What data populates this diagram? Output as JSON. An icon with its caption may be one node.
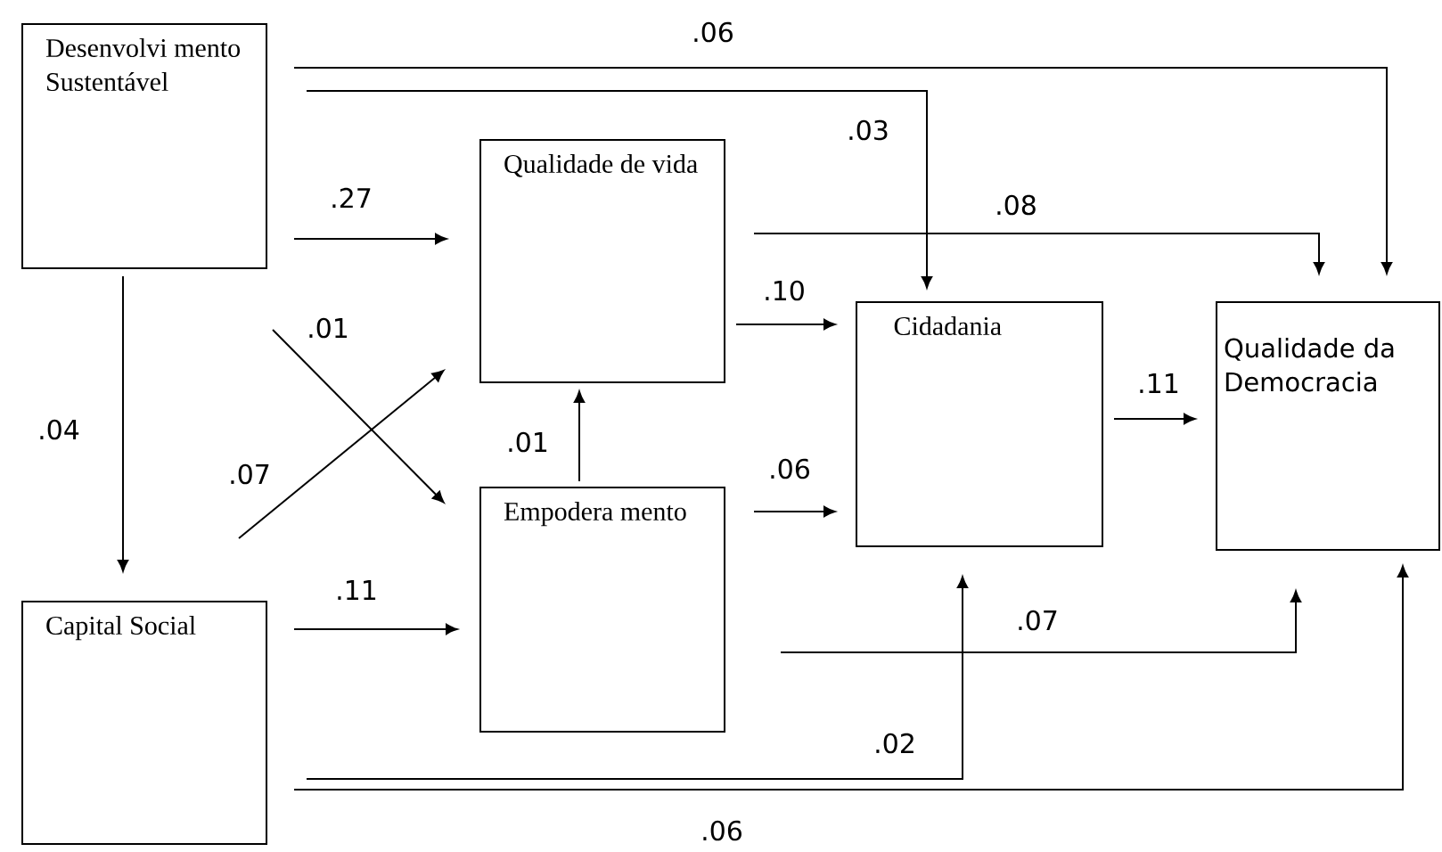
{
  "diagram": {
    "nodes": [
      {
        "text": [
          "Desenvolvi mento Sustentável"
        ]
      },
      {
        "text": [
          "Capital Social"
        ]
      },
      {
        "text": [
          "Qualidade de vida"
        ]
      },
      {
        "text": [
          "Empodera mento"
        ]
      },
      {
        "text": [
          "Cidadania"
        ]
      },
      {
        "text": [
          "Qualidade da Democracia"
        ]
      }
    ],
    "edges": [
      {
        "from": 0,
        "to": 5,
        "arrow": "to",
        "label": ".06"
      },
      {
        "from": 0,
        "to": 4,
        "arrow": "to",
        "label": ".03"
      },
      {
        "from": 0,
        "to": 2,
        "arrow": "to",
        "label": ".27"
      },
      {
        "from": 0,
        "to": 1,
        "arrow": "to",
        "label": ".04"
      },
      {
        "from": 0,
        "to": 3,
        "arrow": "to",
        "label": ".01"
      },
      {
        "from": 1,
        "to": 2,
        "arrow": "to",
        "label": ".07"
      },
      {
        "from": 1,
        "to": 3,
        "arrow": "to",
        "label": ".11"
      },
      {
        "from": 3,
        "to": 2,
        "arrow": "to",
        "label": ".01"
      },
      {
        "from": 2,
        "to": 5,
        "arrow": "to",
        "label": ".08"
      },
      {
        "from": 2,
        "to": 4,
        "arrow": "to",
        "label": ".10"
      },
      {
        "from": 3,
        "to": 4,
        "arrow": "to",
        "label": ".06"
      },
      {
        "from": 4,
        "to": 5,
        "arrow": "to",
        "label": ".11"
      },
      {
        "from": 3,
        "to": 5,
        "arrow": "to",
        "label": ".07"
      },
      {
        "from": 1,
        "to": 4,
        "arrow": "to",
        "label": ".02"
      },
      {
        "from": 1,
        "to": 5,
        "arrow": "to",
        "label": ".06"
      }
    ]
  }
}
